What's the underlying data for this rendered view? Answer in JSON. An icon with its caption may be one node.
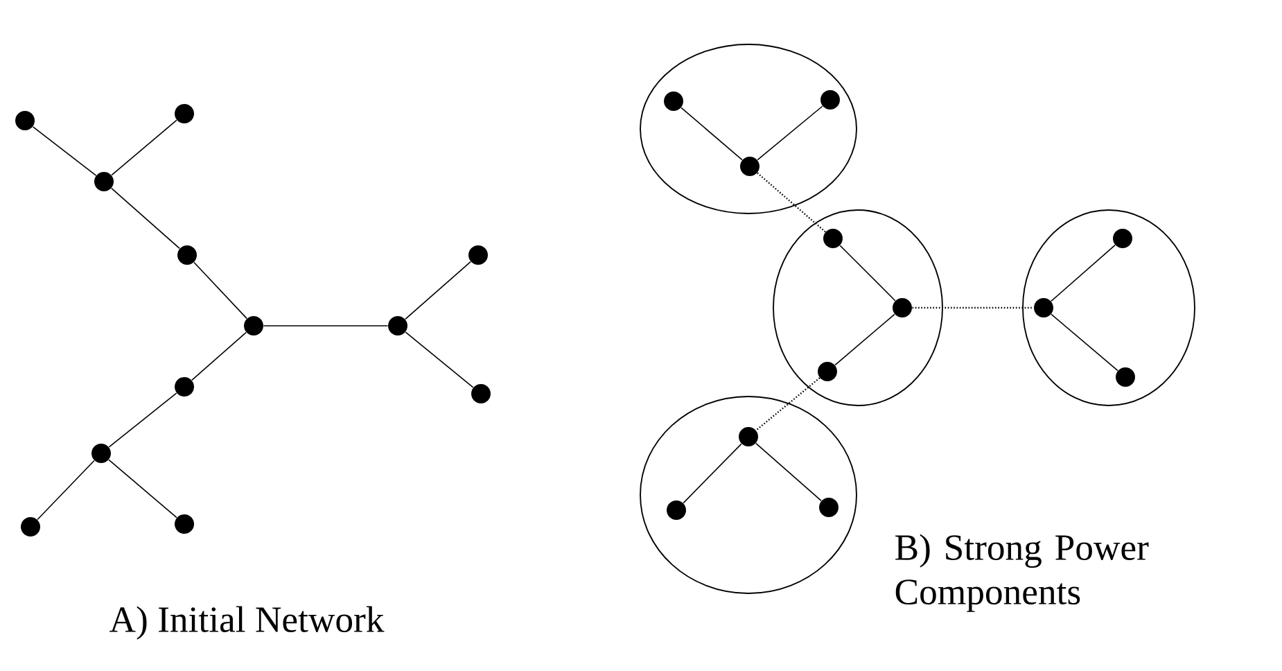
{
  "diagram": {
    "nodes": [
      {
        "text": [],
        "shape": "circle"
      },
      {
        "text": [],
        "shape": "circle"
      },
      {
        "text": [],
        "shape": "circle"
      },
      {
        "text": [],
        "shape": "circle"
      },
      {
        "text": [],
        "shape": "circle"
      },
      {
        "text": [],
        "shape": "circle"
      },
      {
        "text": [],
        "shape": "circle"
      },
      {
        "text": [],
        "shape": "circle"
      },
      {
        "text": [],
        "shape": "circle"
      },
      {
        "text": [],
        "shape": "circle"
      },
      {
        "text": [],
        "shape": "circle"
      },
      {
        "text": [],
        "shape": "circle"
      },
      {
        "text": [],
        "shape": "ellipse"
      },
      {
        "text": [],
        "shape": "circle",
        "in": 12
      },
      {
        "text": [],
        "shape": "circle",
        "in": 12
      },
      {
        "text": [],
        "shape": "circle",
        "in": 12
      },
      {
        "text": [],
        "shape": "ellipse"
      },
      {
        "text": [],
        "shape": "circle",
        "in": 16
      },
      {
        "text": [],
        "shape": "circle",
        "in": 16
      },
      {
        "text": [],
        "shape": "circle",
        "in": 16
      },
      {
        "text": [],
        "shape": "ellipse"
      },
      {
        "text": [],
        "shape": "circle",
        "in": 20
      },
      {
        "text": [],
        "shape": "circle",
        "in": 20
      },
      {
        "text": [],
        "shape": "circle",
        "in": 20
      },
      {
        "text": [],
        "shape": "ellipse"
      },
      {
        "text": [],
        "shape": "circle",
        "in": 24
      },
      {
        "text": [],
        "shape": "circle",
        "in": 24
      },
      {
        "text": [],
        "shape": "circle",
        "in": 24
      }
    ],
    "edges": [
      {
        "from": 0,
        "to": 2,
        "arrow": "none"
      },
      {
        "from": 1,
        "to": 2,
        "arrow": "none"
      },
      {
        "from": 2,
        "to": 3,
        "arrow": "none"
      },
      {
        "from": 3,
        "to": 4,
        "arrow": "none"
      },
      {
        "from": 4,
        "to": 5,
        "arrow": "none"
      },
      {
        "from": 5,
        "to": 6,
        "arrow": "none"
      },
      {
        "from": 5,
        "to": 7,
        "arrow": "none"
      },
      {
        "from": 4,
        "to": 8,
        "arrow": "none"
      },
      {
        "from": 8,
        "to": 9,
        "arrow": "none"
      },
      {
        "from": 9,
        "to": 10,
        "arrow": "none"
      },
      {
        "from": 9,
        "to": 11,
        "arrow": "none"
      },
      {
        "from": 13,
        "to": 15,
        "arrow": "none"
      },
      {
        "from": 14,
        "to": 15,
        "arrow": "none"
      },
      {
        "from": 15,
        "to": 17,
        "arrow": "none",
        "style": "dashed"
      },
      {
        "from": 17,
        "to": 18,
        "arrow": "none"
      },
      {
        "from": 18,
        "to": 19,
        "arrow": "none"
      },
      {
        "from": 18,
        "to": 22,
        "arrow": "none",
        "style": "dashed"
      },
      {
        "from": 19,
        "to": 25,
        "arrow": "none",
        "style": "dashed"
      },
      {
        "from": 21,
        "to": 22,
        "arrow": "none"
      },
      {
        "from": 22,
        "to": 23,
        "arrow": "none"
      },
      {
        "from": 25,
        "to": 26,
        "arrow": "none"
      },
      {
        "from": 25,
        "to": 27,
        "arrow": "none"
      }
    ],
    "labels": [
      "B) Strong Power Components",
      "A) Initial Network"
    ]
  }
}
